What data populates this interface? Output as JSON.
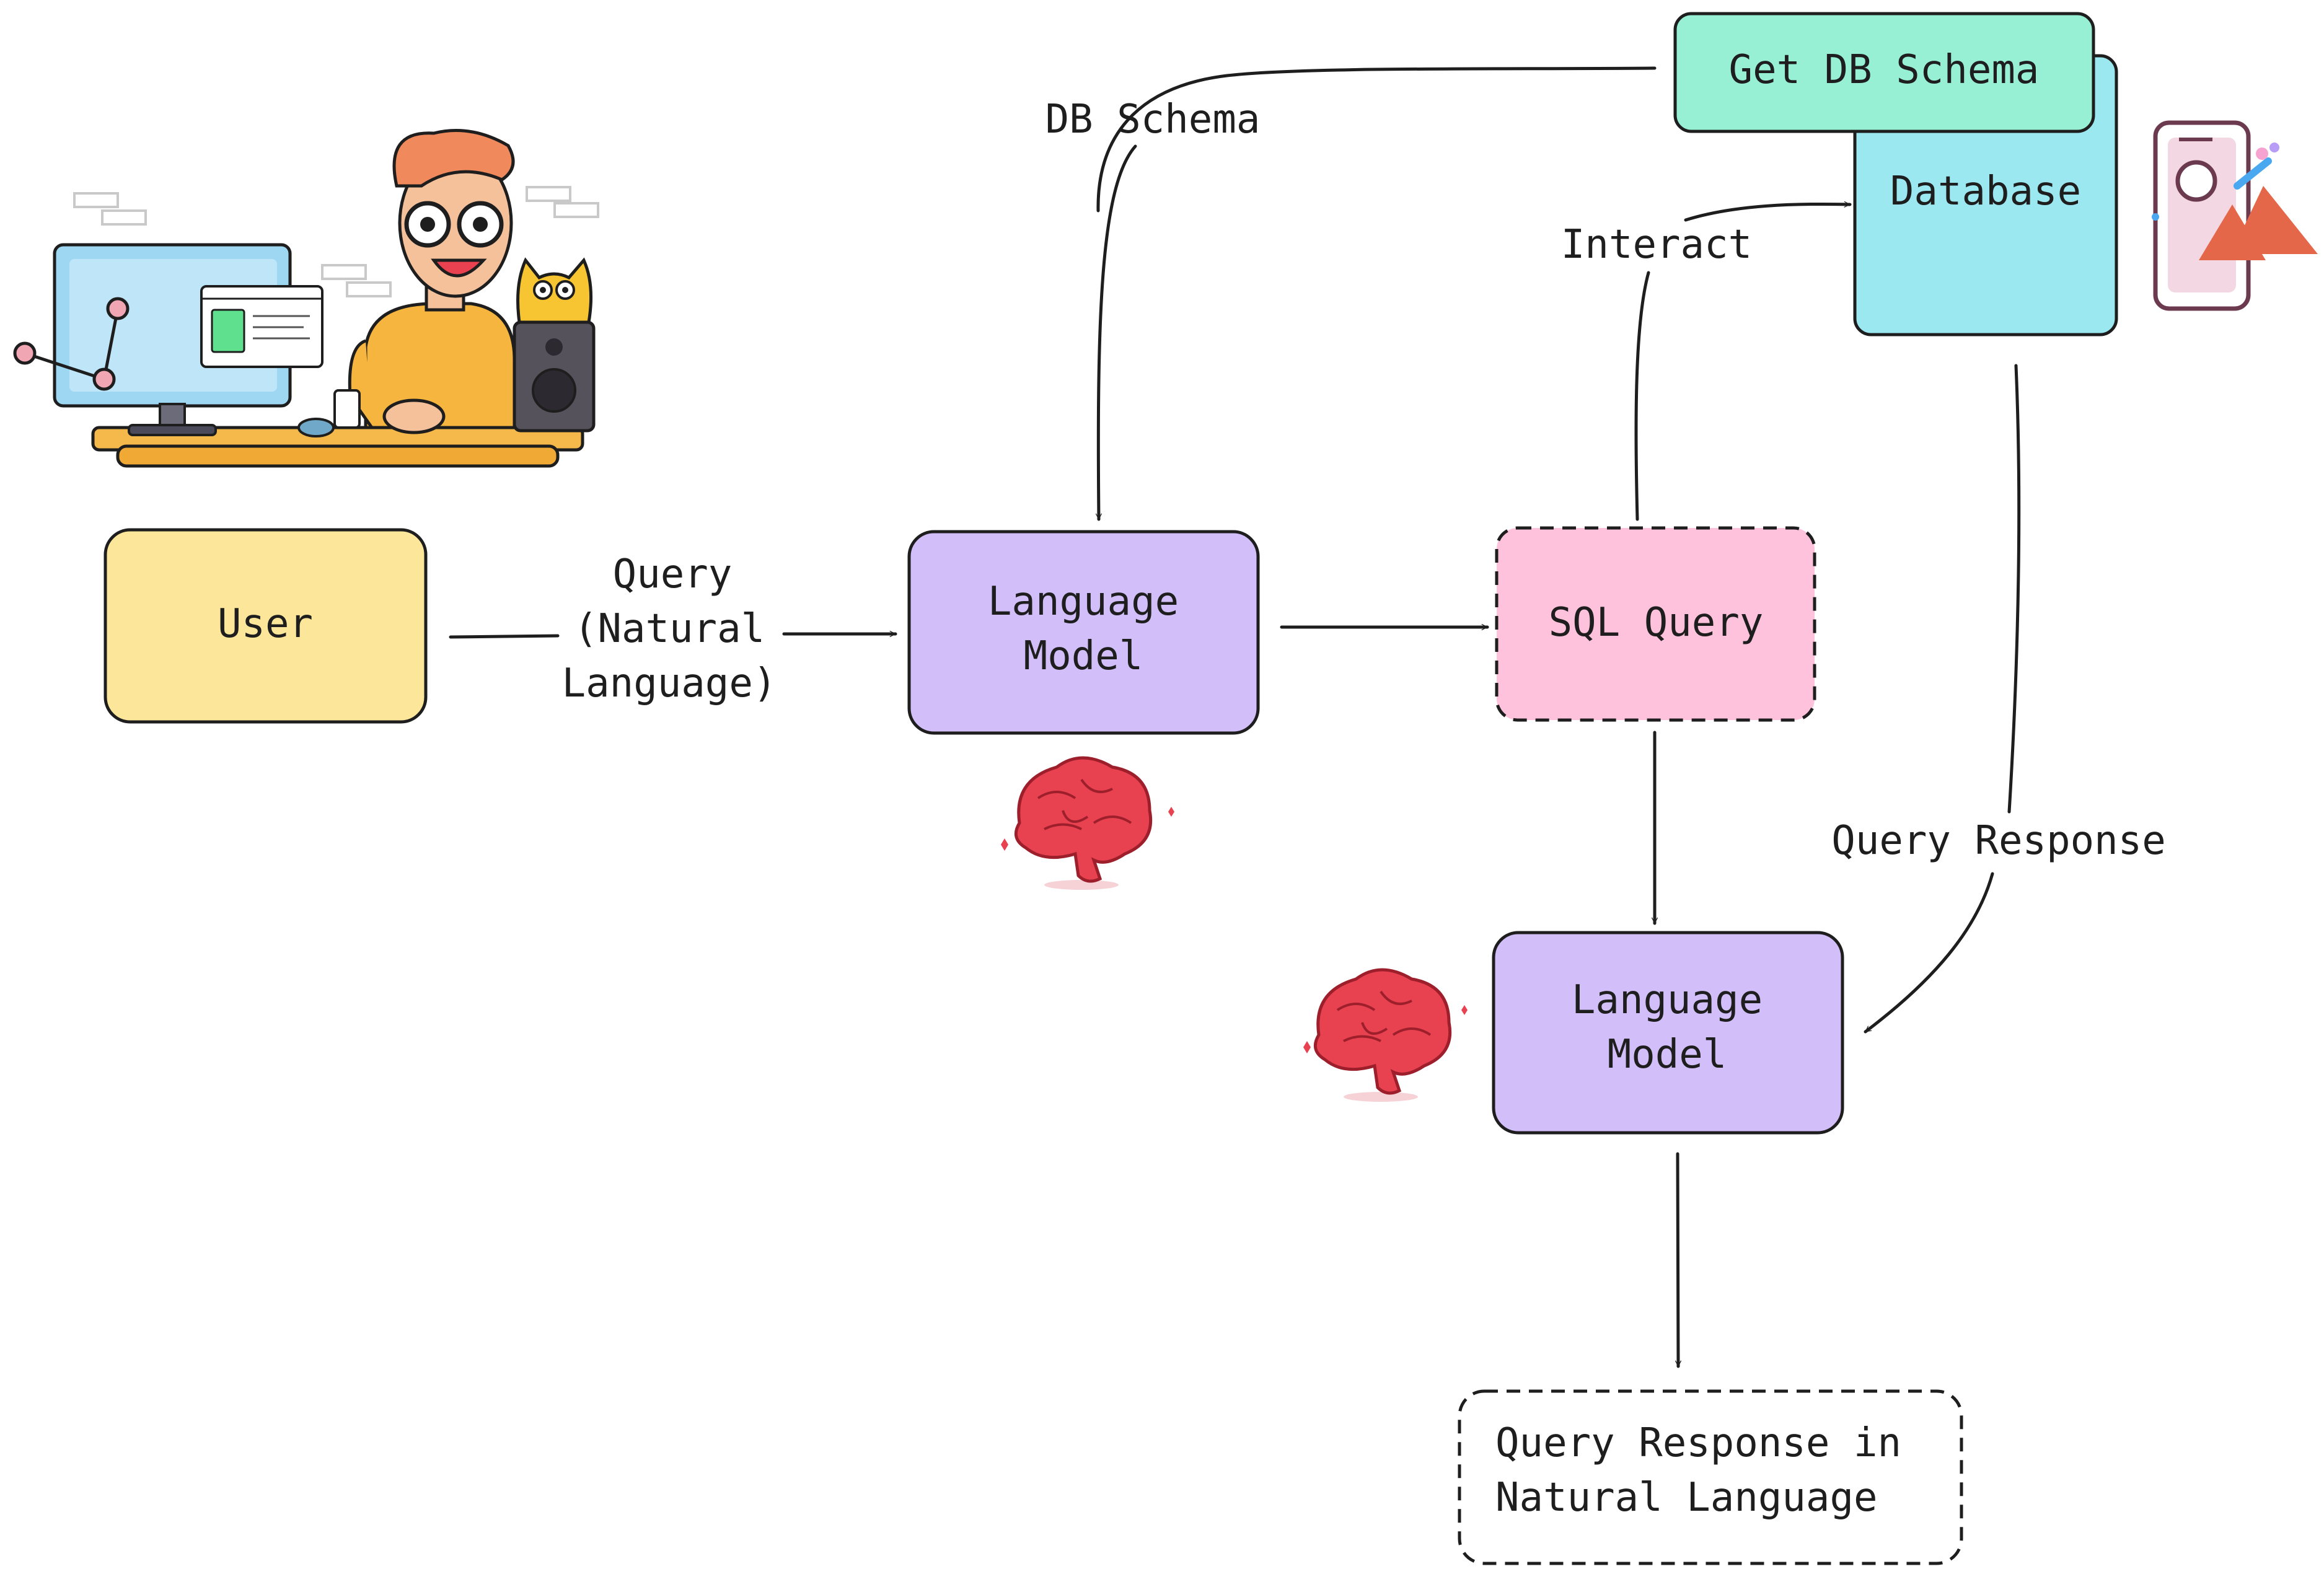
{
  "nodes": {
    "user": {
      "label": "User",
      "color": "#fbe69a"
    },
    "lm1": {
      "label_lines": [
        "Language",
        "Model"
      ],
      "color": "#d2bffa"
    },
    "sql": {
      "label": "SQL Query",
      "color": "#ffc2dc"
    },
    "lm2": {
      "label_lines": [
        "Language",
        "Model"
      ],
      "color": "#d2bffa"
    },
    "getschema": {
      "label": "Get DB Schema",
      "color": "#98f0d4"
    },
    "database": {
      "label": "Database",
      "color": "#9ce8f0"
    },
    "output": {
      "label_lines": [
        "Query Response in",
        "Natural Language"
      ]
    }
  },
  "edges": {
    "query_label_lines": [
      "Query",
      "(Natural",
      "Language)"
    ],
    "db_schema": "DB Schema",
    "interact": "Interact",
    "query_response": "Query Response"
  },
  "icons": [
    "developer-illustration",
    "brain-icon",
    "brain-icon",
    "database-app-icon"
  ],
  "colors": {
    "ink": "#1e1e1e",
    "brain": "#e8414f"
  }
}
